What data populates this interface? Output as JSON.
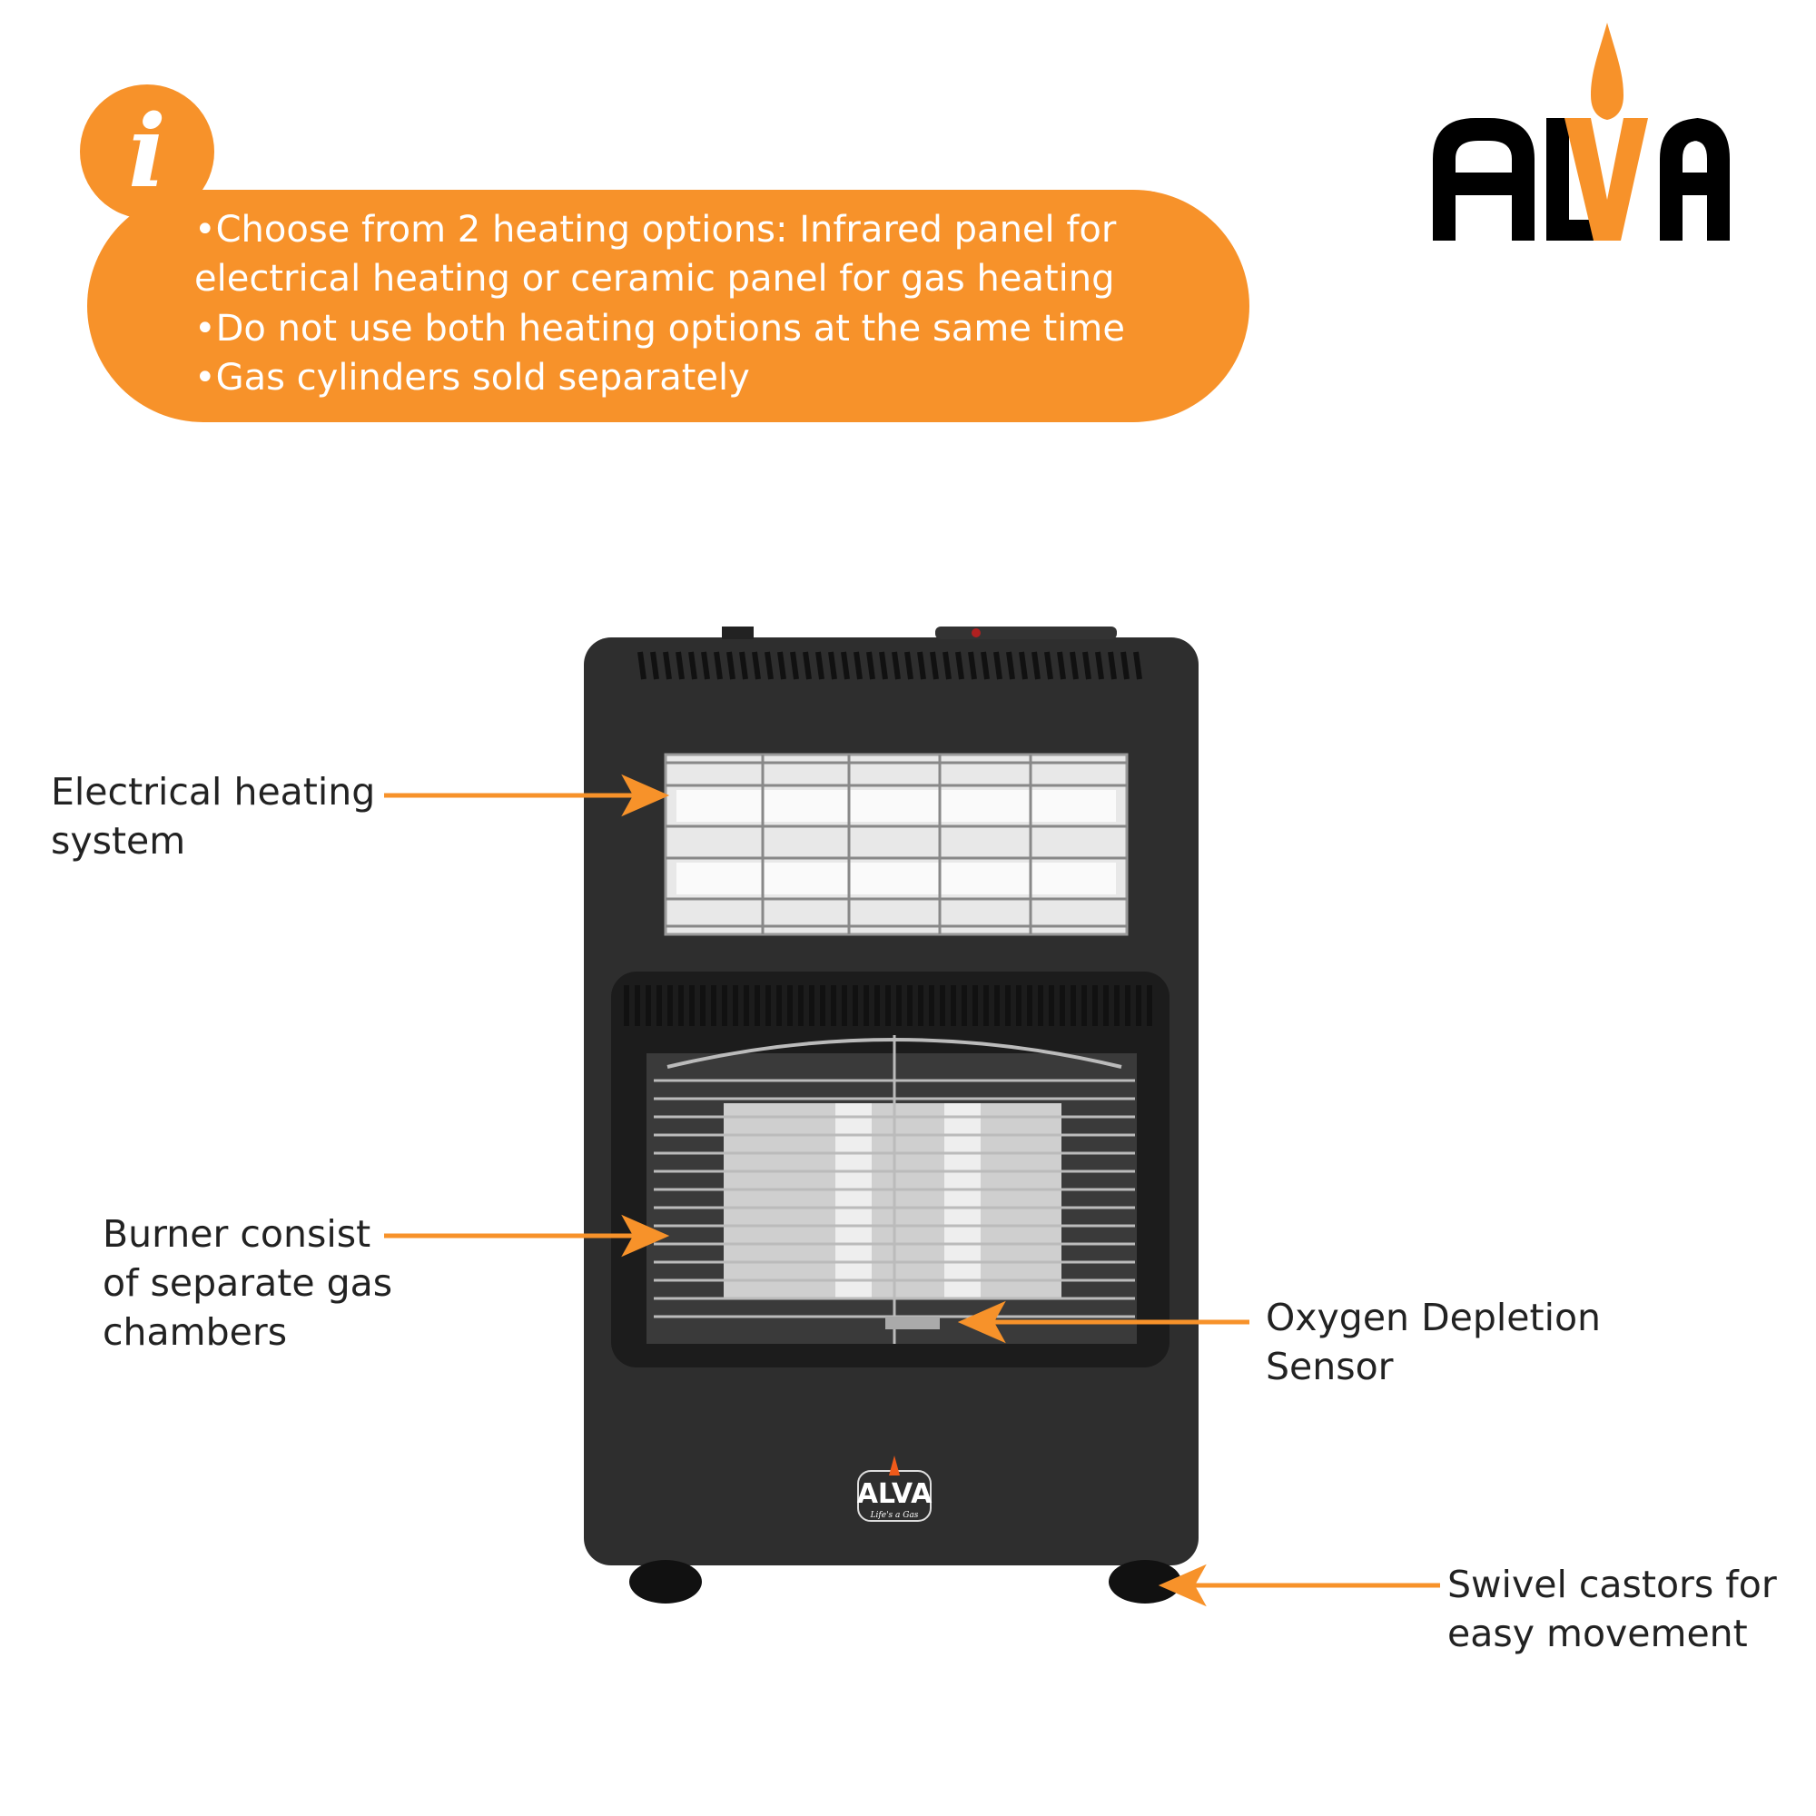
{
  "brand": {
    "logo_text": "ALVA",
    "heater_logo_text": "ALVA",
    "heater_logo_tagline": "Life's a Gas",
    "accent_color": "#f7922a"
  },
  "info": {
    "icon": "info-icon",
    "lines": [
      "•Choose from 2 heating options: Infrared panel for",
      "electrical heating or ceramic panel for gas heating",
      "•Do not use both heating options at the same time",
      "•Gas cylinders sold separately"
    ]
  },
  "callouts": {
    "electrical": [
      "Electrical heating",
      "system"
    ],
    "burner": [
      "Burner consist",
      "of separate gas",
      "chambers"
    ],
    "oxygen": [
      "Oxygen Depletion",
      "Sensor"
    ],
    "castors": [
      "Swivel castors for",
      "easy movement"
    ]
  }
}
